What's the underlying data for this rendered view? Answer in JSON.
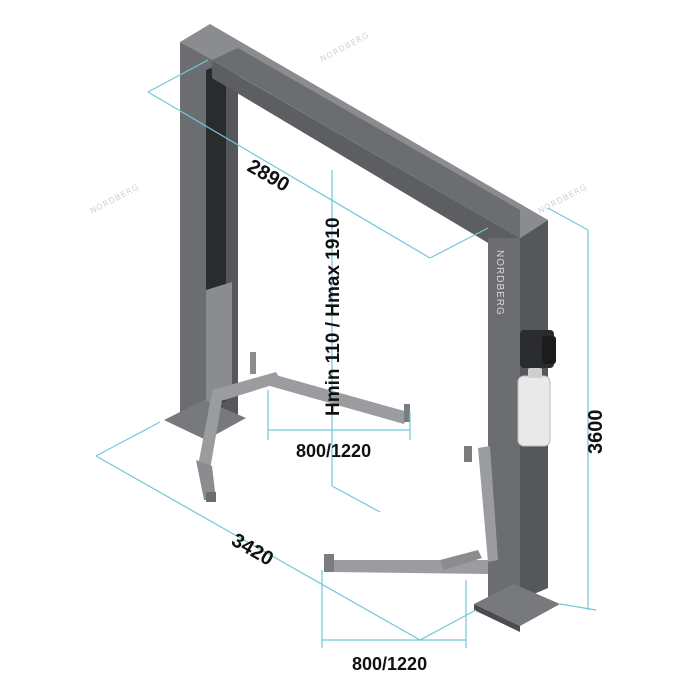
{
  "brand": {
    "column_logo": "NORDBERG",
    "watermark": "NORDBERG"
  },
  "dimensions": {
    "top_width": "2890",
    "height_range": "Hmin 110 / Hmax 1910",
    "arm_reach_front": "800/1220",
    "arm_reach_rear": "800/1220",
    "base_width": "3420",
    "total_height": "3600"
  },
  "colors": {
    "frame": "#6b6d70",
    "frame_dark": "#4a4c4f",
    "frame_light": "#8a8c8f",
    "dimension_line": "#6fc9d9",
    "text": "#111111"
  }
}
